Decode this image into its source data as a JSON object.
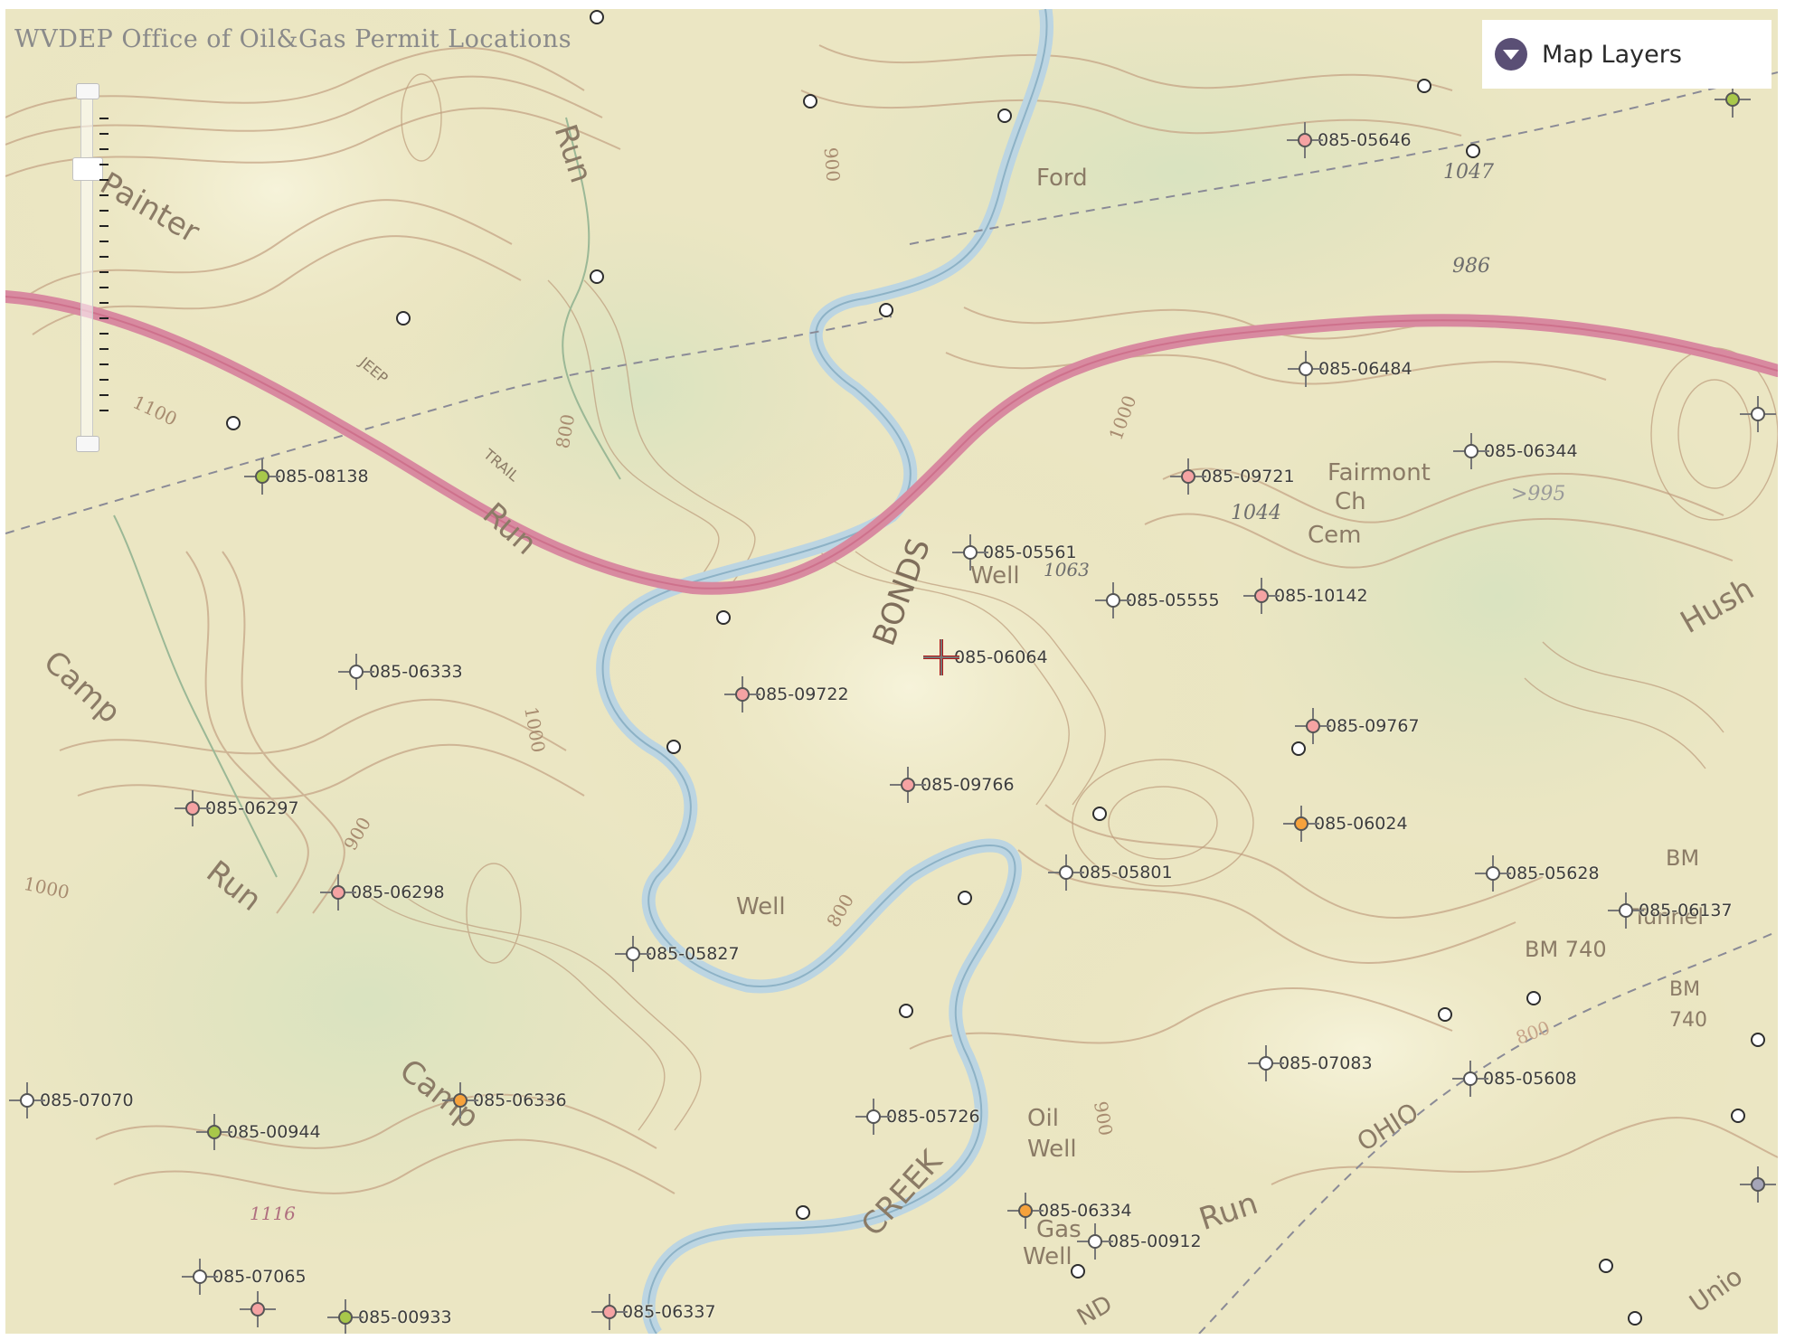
{
  "map": {
    "title": "WVDEP Office of Oil&Gas Permit Locations",
    "layers_button": "Map Layers",
    "icons": {
      "layers": "chevron-down-icon",
      "zoom": "zoom-slider",
      "selected": "selected-crosshair-icon"
    },
    "colors": {
      "permit_white": "#ffffff",
      "permit_pink": "#f5a3a3",
      "permit_green": "#a8c84a",
      "permit_orange": "#f6a23c",
      "permit_gray": "#a5a5b8",
      "road": "#d67a92",
      "stream": "#a7c6d8",
      "selected": "#b01919"
    },
    "permits": [
      {
        "id": "085-05646",
        "color": "pink"
      },
      {
        "id": "085-06484",
        "color": "white"
      },
      {
        "id": "085-06344",
        "color": "white"
      },
      {
        "id": "085-08138",
        "color": "green"
      },
      {
        "id": "085-09721",
        "color": "pink"
      },
      {
        "id": "085-05561",
        "color": "white"
      },
      {
        "id": "085-05555",
        "color": "white"
      },
      {
        "id": "085-10142",
        "color": "pink"
      },
      {
        "id": "085-06333",
        "color": "white"
      },
      {
        "id": "085-06064",
        "color": "selected"
      },
      {
        "id": "085-09722",
        "color": "pink"
      },
      {
        "id": "085-09767",
        "color": "pink"
      },
      {
        "id": "085-06297",
        "color": "pink"
      },
      {
        "id": "085-09766",
        "color": "pink"
      },
      {
        "id": "085-06024",
        "color": "orange"
      },
      {
        "id": "085-05801",
        "color": "white"
      },
      {
        "id": "085-05628",
        "color": "white"
      },
      {
        "id": "085-06298",
        "color": "pink"
      },
      {
        "id": "085-06137",
        "color": "white"
      },
      {
        "id": "085-05827",
        "color": "white"
      },
      {
        "id": "085-07083",
        "color": "white"
      },
      {
        "id": "085-05608",
        "color": "white"
      },
      {
        "id": "085-07070",
        "color": "white"
      },
      {
        "id": "085-06336",
        "color": "orange"
      },
      {
        "id": "085-00944",
        "color": "green"
      },
      {
        "id": "085-05726",
        "color": "white"
      },
      {
        "id": "085-06334",
        "color": "orange"
      },
      {
        "id": "085-00912",
        "color": "white"
      },
      {
        "id": "085-07065",
        "color": "white"
      },
      {
        "id": "085-00933",
        "color": "green"
      },
      {
        "id": "085-06337",
        "color": "pink"
      }
    ],
    "place_names": {
      "painter": "Painter",
      "run_top": "Run",
      "run_mid": "Run",
      "run_left": "Run",
      "run_bottom": "Run",
      "camp_left": "Camp",
      "camp_bottom": "Camp",
      "jeep": "JEEP",
      "trail": "TRAIL",
      "ford": "Ford",
      "bonds": "BONDS",
      "fairmont": "Fairmont",
      "ch": "Ch",
      "cem": "Cem",
      "well_a": "Well",
      "well_b": "Well",
      "oil": "Oil",
      "well_c": "Well",
      "gas": "Gas",
      "well_d": "Well",
      "creek": "CREEK",
      "ohio": "OHIO",
      "hush": "Hush",
      "bm740_a": "BM 740",
      "bm_b": "BM",
      "n740_b": "740",
      "bm_c": "BM",
      "tunnel": "Tunnel",
      "union": "Unio",
      "nd": "ND"
    },
    "elevations": {
      "e1047": "1047",
      "e986": "986",
      "e1044": "1044",
      "e995": ">995",
      "e1063": "1063",
      "e1116": "1116",
      "c900_top": "900",
      "c800_left": "800",
      "c1100": "1100",
      "c1000_right": "1000",
      "c1000_mid": "1000",
      "c1000_left": "1000",
      "c900_mid": "900",
      "c800_well": "800",
      "c900_bot": "900",
      "c800_right": "800"
    }
  }
}
